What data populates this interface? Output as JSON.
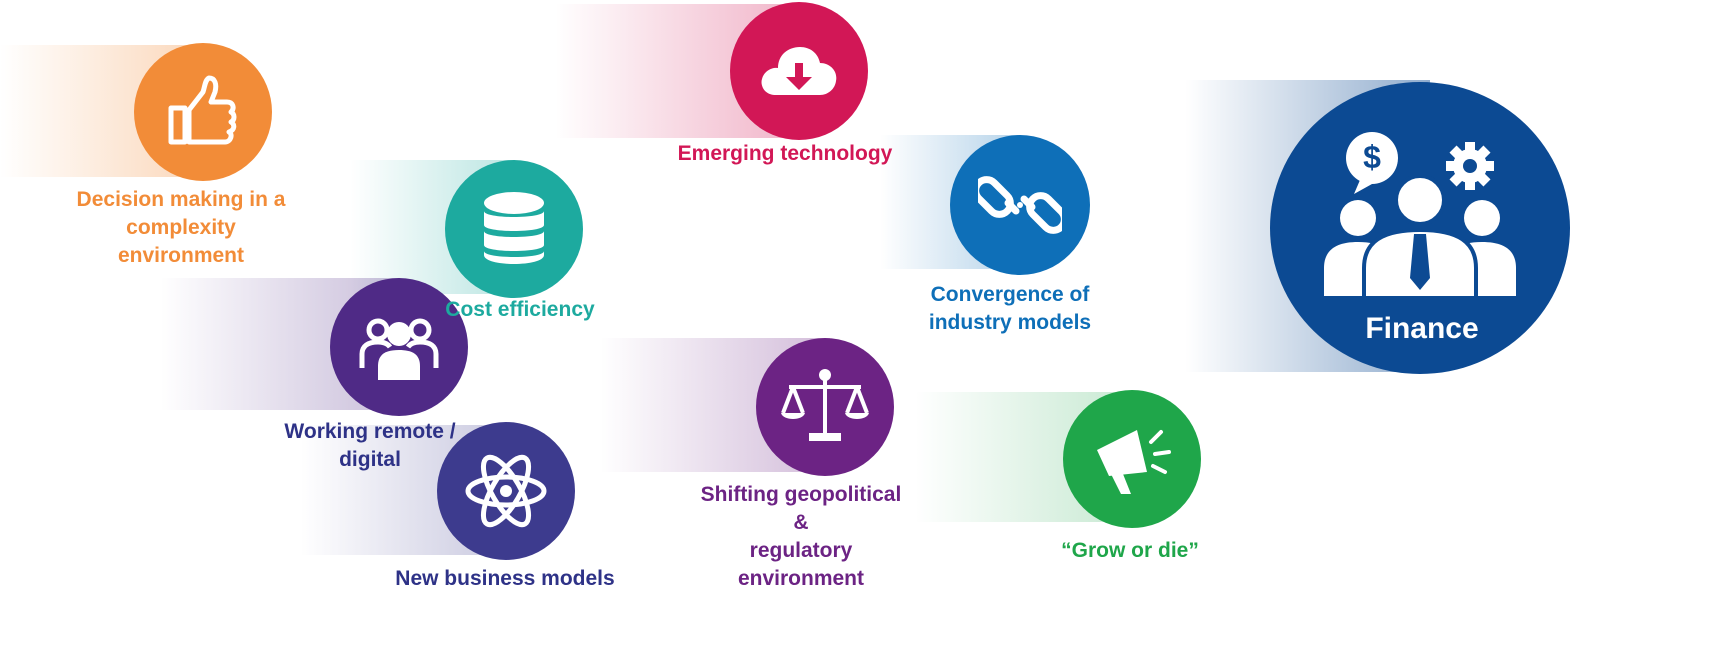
{
  "drivers": [
    {
      "id": "decision",
      "label": "Decision making in a\ncomplexity\nenvironment",
      "color": "#F28C38",
      "icon": "thumbs-up-icon"
    },
    {
      "id": "emerging",
      "label": "Emerging technology",
      "color": "#D21756",
      "icon": "cloud-download-icon"
    },
    {
      "id": "cost",
      "label": "Cost efficiency",
      "color": "#1DAA9F",
      "icon": "database-icon"
    },
    {
      "id": "convergence",
      "label": "Convergence of\nindustry models",
      "color": "#0E6FB8",
      "icon": "broken-chain-icon"
    },
    {
      "id": "remote",
      "label": "Working remote /\ndigital",
      "color": "#4F2A86",
      "icon": "people-group-icon"
    },
    {
      "id": "newbiz",
      "label": "New business models",
      "color": "#3D3B8E",
      "icon": "atom-icon"
    },
    {
      "id": "geopolitical",
      "label": "Shifting geopolitical\n&\nregulatory\nenvironment",
      "color": "#6C2384",
      "icon": "balance-scale-icon"
    },
    {
      "id": "grow",
      "label": "“Grow or die”",
      "color": "#1FA64A",
      "icon": "megaphone-icon"
    }
  ],
  "hub": {
    "label": "Finance",
    "color": "#0C4A93",
    "icon": "finance-team-icon"
  }
}
